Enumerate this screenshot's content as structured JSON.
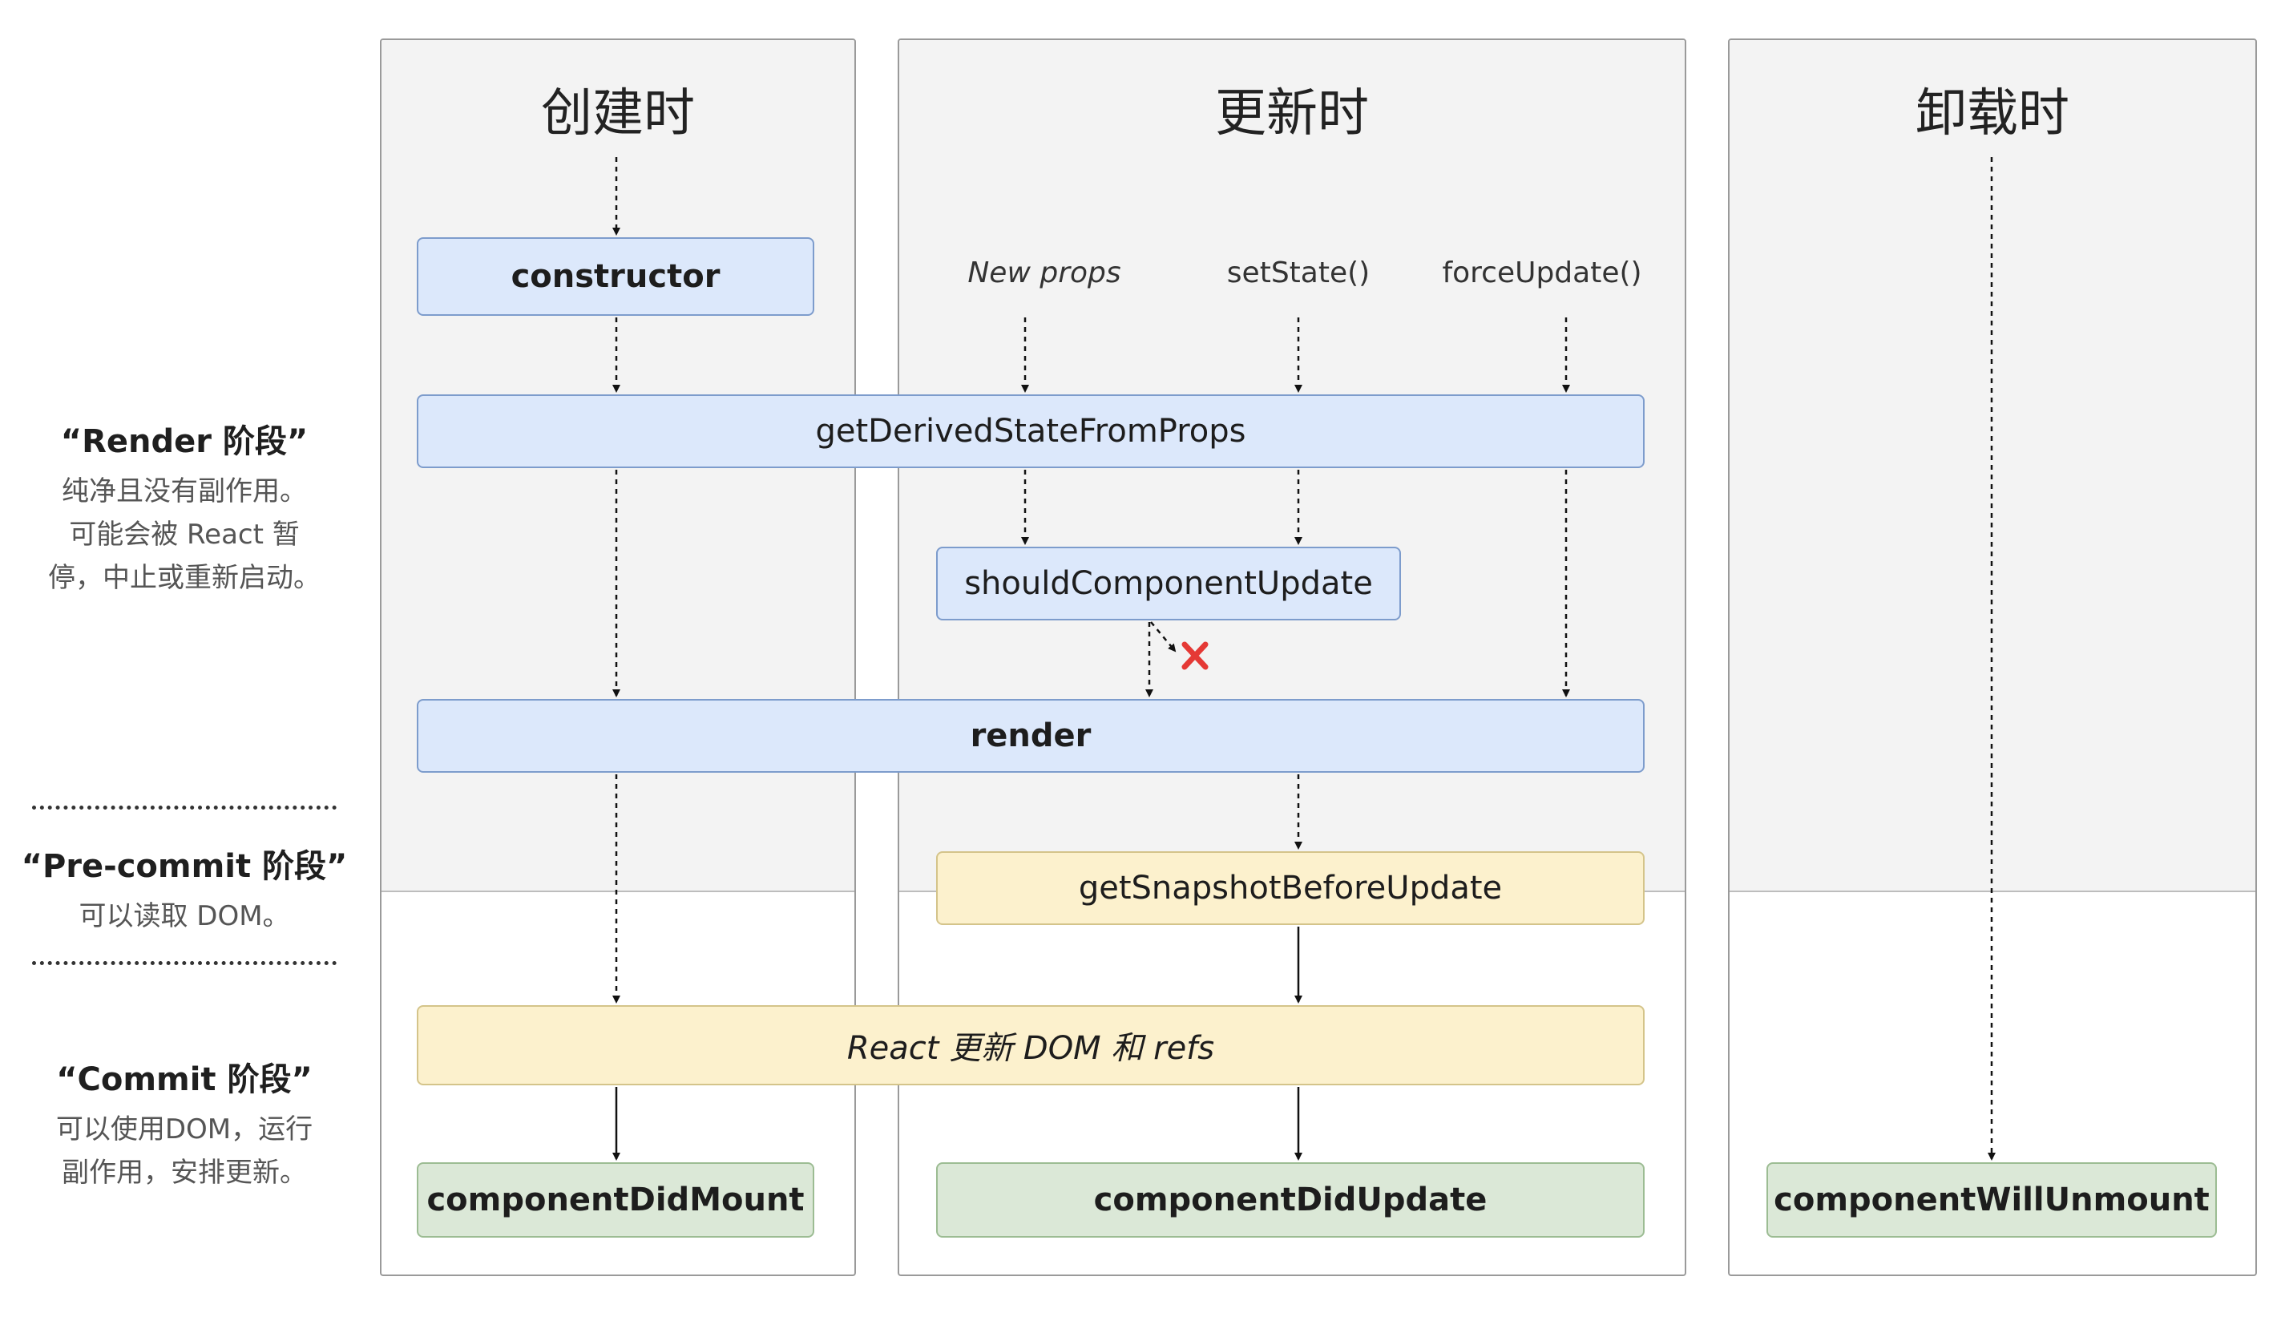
{
  "columns": {
    "mount": "创建时",
    "update": "更新时",
    "unmount": "卸载时"
  },
  "stages": {
    "render": {
      "title": "“Render 阶段”",
      "desc": [
        "纯净且没有副作用。",
        "可能会被 React 暂",
        "停，中止或重新启动。"
      ]
    },
    "precommit": {
      "title": "“Pre-commit 阶段”",
      "desc": [
        "可以读取 DOM。"
      ]
    },
    "commit": {
      "title": "“Commit 阶段”",
      "desc": [
        "可以使用DOM，运行",
        "副作用，安排更新。"
      ]
    }
  },
  "triggers": {
    "new_props": "New props",
    "set_state": "setState()",
    "force_update": "forceUpdate()"
  },
  "nodes": {
    "constructor": "constructor",
    "get_derived": "getDerivedStateFromProps",
    "should_update": "shouldComponentUpdate",
    "render": "render",
    "get_snapshot": "getSnapshotBeforeUpdate",
    "react_updates": "React 更新 DOM 和 refs",
    "did_mount": "componentDidMount",
    "did_update": "componentDidUpdate",
    "will_unmount": "componentWillUnmount"
  },
  "colors": {
    "render_phase": "#dce8fb",
    "commit_phase": "#fcf1cd",
    "lifecycle_end": "#dbe8d7",
    "reject_mark": "#e53935"
  },
  "icons": {
    "reject": "cross-icon"
  }
}
